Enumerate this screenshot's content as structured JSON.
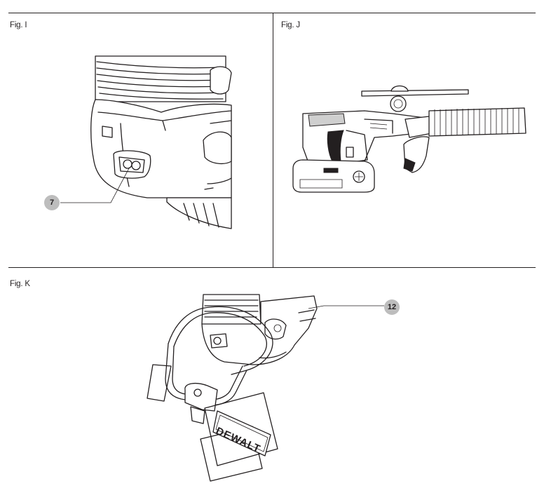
{
  "figures": [
    {
      "label": "Fig. I",
      "callout": "7"
    },
    {
      "label": "Fig. J"
    },
    {
      "label": "Fig. K",
      "callout": "12",
      "brand_text": "DEWALT"
    }
  ],
  "colors": {
    "line": "#231f20",
    "callout_fill": "#bdbdbd",
    "background": "#ffffff"
  }
}
